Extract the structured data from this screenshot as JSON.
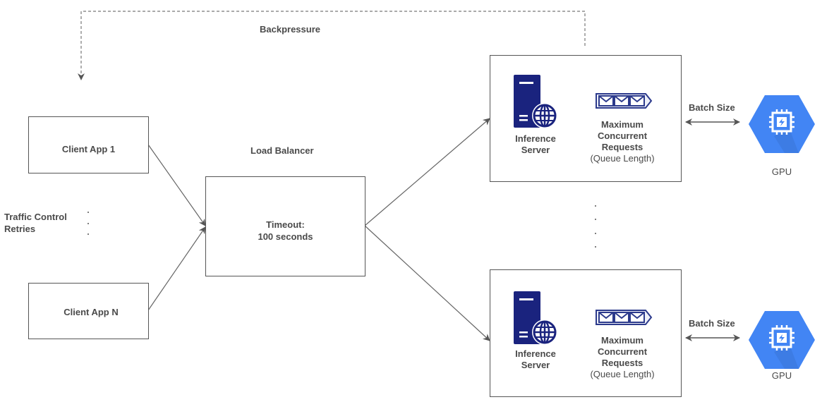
{
  "backpressure": {
    "label": "Backpressure"
  },
  "clients": [
    {
      "label": "Client App 1"
    },
    {
      "label": "Client App N"
    }
  ],
  "client_notes": {
    "line1": "Traffic Control",
    "line2": "Retries"
  },
  "load_balancer": {
    "title": "Load Balancer",
    "timeout_line1": "Timeout:",
    "timeout_line2": "100 seconds"
  },
  "servers": [
    {
      "server_label_line1": "Inference",
      "server_label_line2": "Server",
      "queue_lines": [
        "Maximum",
        "Concurrent",
        "Requests",
        "(Queue Length)"
      ],
      "batch_label": "Batch Size",
      "gpu_label": "GPU"
    },
    {
      "server_label_line1": "Inference",
      "server_label_line2": "Server",
      "queue_lines": [
        "Maximum",
        "Concurrent",
        "Requests",
        "(Queue Length)"
      ],
      "batch_label": "Batch Size",
      "gpu_label": "GPU"
    }
  ],
  "colors": {
    "server_icon": "#1a237e",
    "queue_icon": "#2c3a8c",
    "gpu_hex": "#4285f4",
    "line": "#5a5a5a"
  }
}
